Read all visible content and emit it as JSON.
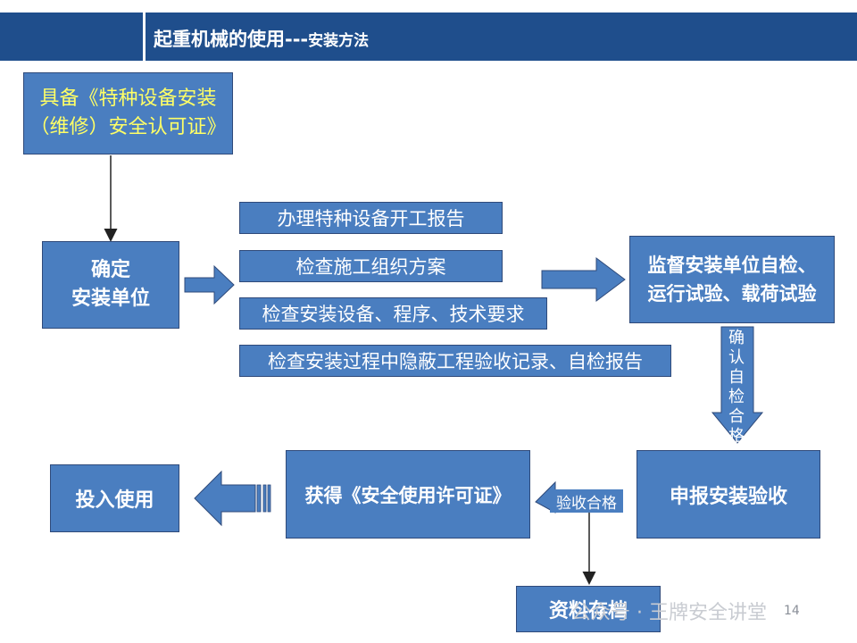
{
  "header": {
    "title_main": "起重机械的使用---",
    "title_sub": "安装方法"
  },
  "boxes": {
    "license_line1": "具备《特种设备安装",
    "license_line2": "（维修）安全认可证》",
    "confirm_line1": "确定",
    "confirm_line2": "安装单位",
    "step1": "办理特种设备开工报告",
    "step2": "检查施工组织方案",
    "step3": "检查安装设备、程序、技术要求",
    "step4": "检查安装过程中隐蔽工程验收记录、自检报告",
    "supervise_line1": "监督安装单位自检、",
    "supervise_line2": "运行试验、载荷试验",
    "confirm_pass_vertical": "确认自检合格",
    "apply": "申报安装验收",
    "obtain": "获得《安全使用许可证》",
    "use": "投入使用",
    "archive": "资料存档",
    "accept_tag": "验收合格"
  },
  "colors": {
    "header": "#1f4e8c",
    "box": "#4a7ec0",
    "highlight_text": "#ffff66"
  },
  "watermark": "公众号 · 王牌安全讲堂",
  "page_number": "14"
}
